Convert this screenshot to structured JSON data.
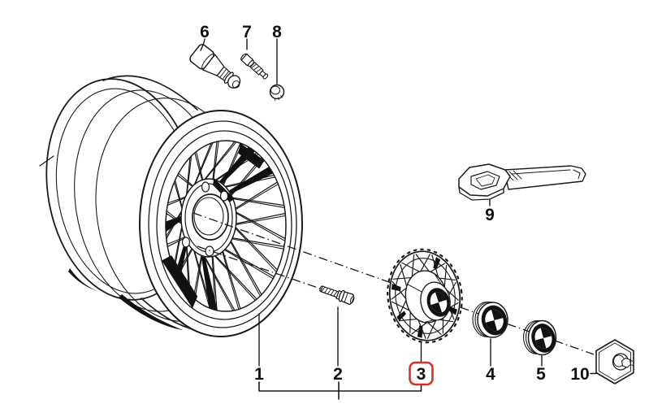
{
  "diagram": {
    "background_color": "#ffffff",
    "line_color": "#1a1a1a",
    "label_color": "#111111",
    "highlight_color": "#d8312a",
    "part_labels": [
      "6",
      "7",
      "8",
      "9",
      "1",
      "2",
      "3",
      "4",
      "5",
      "10"
    ],
    "highlighted_part": "3"
  }
}
